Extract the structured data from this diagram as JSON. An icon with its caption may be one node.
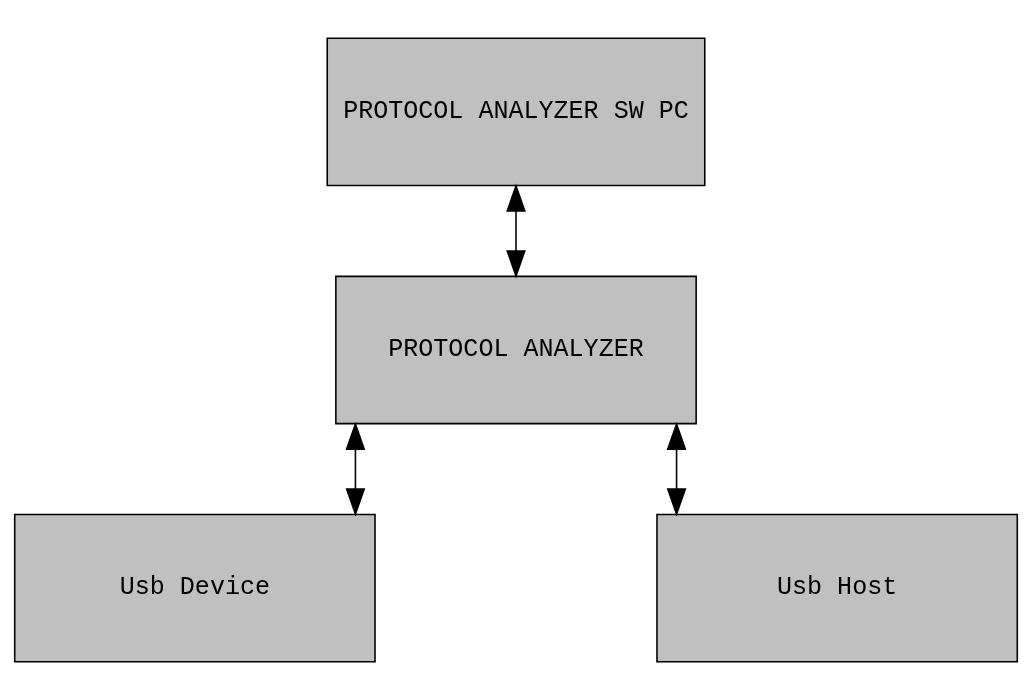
{
  "diagram": {
    "nodes": [
      {
        "text": [
          "PROTOCOL ANALYZER SW PC"
        ]
      },
      {
        "text": [
          "PROTOCOL ANALYZER"
        ]
      },
      {
        "text": [
          "Usb Device"
        ]
      },
      {
        "text": [
          "Usb Host"
        ]
      }
    ],
    "edges": [
      {
        "from": 0,
        "to": 1,
        "arrow": "both"
      },
      {
        "from": 1,
        "to": 2,
        "arrow": "both"
      },
      {
        "from": 1,
        "to": 3,
        "arrow": "both"
      }
    ]
  }
}
